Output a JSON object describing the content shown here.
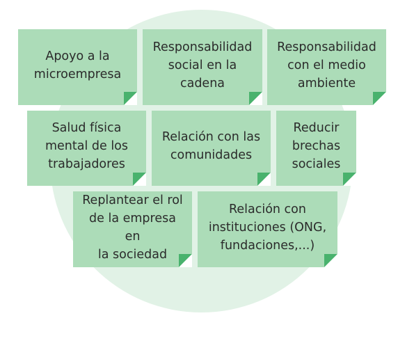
{
  "notes": [
    {
      "text": "Apoyo a la\nmicroempresa"
    },
    {
      "text": "Responsabilidad\nsocial en la\ncadena"
    },
    {
      "text": "Responsabilidad\ncon el medio\nambiente"
    },
    {
      "text": "Salud física\nmental de los\ntrabajadores"
    },
    {
      "text": "Relación con las\ncomunidades"
    },
    {
      "text": "Reducir\nbrechas\nsociales"
    },
    {
      "text": "Replantear el rol\nde la empresa en\nla sociedad"
    },
    {
      "text": "Relación con\ninstituciones (ONG,\nfundaciones,...)"
    }
  ],
  "colors": {
    "circle": "#e1f2e6",
    "note": "#acdcb8",
    "fold": "#49b26d",
    "text": "#2b2b2b"
  }
}
